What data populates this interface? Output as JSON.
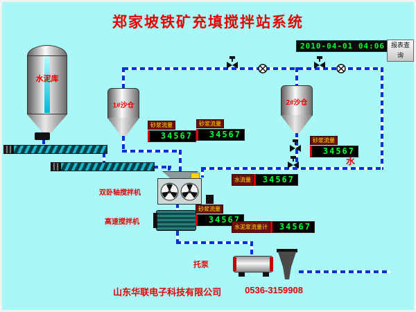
{
  "title": "郑家坡铁矿充填搅拌站系统",
  "header": {
    "datetime": "2010-04-01 04:06",
    "report_button": "报表查询"
  },
  "equipment": {
    "cement_silo": "水泥库",
    "sand_silo_1": "1#沙仓",
    "sand_silo_2": "2#沙仓",
    "twin_shaft_mixer": "双卧轴搅拌机",
    "high_speed_mixer": "高速搅拌机",
    "pump": "托泵",
    "water": "水"
  },
  "displays": [
    {
      "label": "砂浆流量",
      "value": "34567"
    },
    {
      "label": "砂浆流量",
      "value": "34567"
    },
    {
      "label": "砂浆流量",
      "value": "34567"
    },
    {
      "label": "水流量",
      "value": "34567"
    },
    {
      "label": "砂浆流量",
      "value": "34567"
    },
    {
      "label": "水泥浆流量计",
      "value": "34567"
    }
  ],
  "footer": {
    "company": "山东华联电子科技有限公司",
    "phone": "0536-3159908"
  },
  "colors": {
    "background": "#A9F7F7",
    "pipe_blue": "#0030E0",
    "title_red": "#E60000",
    "digit_green": "#00FF33",
    "label_yellow": "#FFE400"
  }
}
